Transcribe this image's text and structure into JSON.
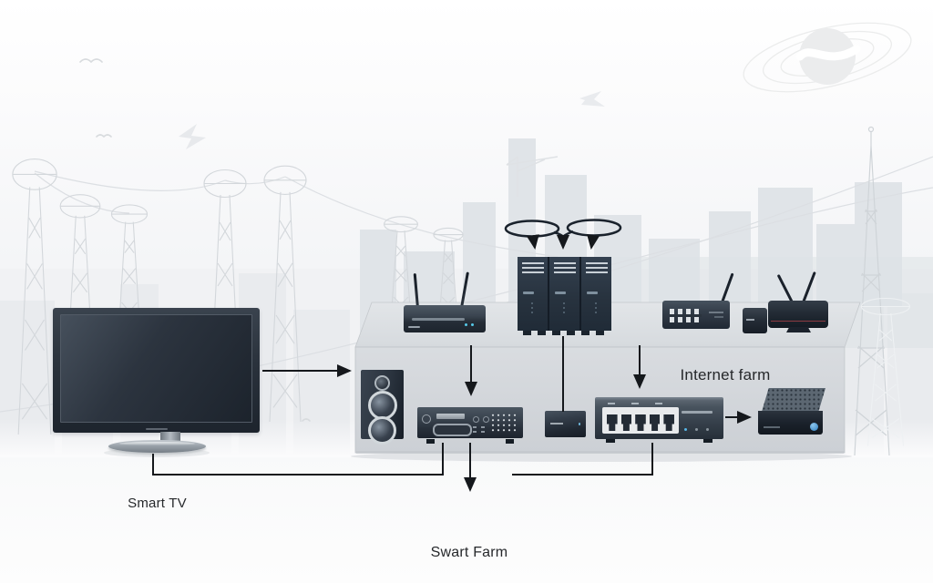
{
  "labels": {
    "smart_tv": "Smart TV",
    "internet_farm": "Internet farm",
    "smart_farm": "Swart Farm"
  },
  "colors": {
    "connector_arrow": "#15181c",
    "display_accent": "#3FC6E8",
    "led_cyan": "#56C8E8",
    "platform_top": "#DFE2E5",
    "platform_front": "#D6DADE",
    "device_dark": "#232B35",
    "skyline_light": "#E7EAED"
  }
}
